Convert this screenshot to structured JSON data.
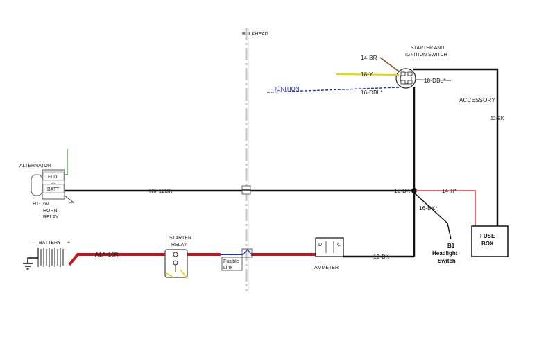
{
  "labels": {
    "bulkhead": "BULKHEAD",
    "starter_switch_1": "STARTER AND",
    "starter_switch_2": "IGNITION SWITCH",
    "wire_14br": "14-BR",
    "wire_18y": "18-Y",
    "wire_16dbl": "16-DBL*",
    "wire_18dbl": "18-DBL*",
    "ignition": "IGNITION",
    "accessory": "ACCESSORY",
    "wire_12bk_acc": "12-BK",
    "alternator": "ALTERNATOR",
    "fld": "FLD",
    "batt": "BATT",
    "wire_r612bk": "R6-12BK",
    "wire_12bk_junction": "12-BK",
    "wire_14r": "14-R*",
    "wire_16bk": "16-BK*",
    "h1_16v": "H1-16V",
    "horn_1": "HORN",
    "horn_2": "RELAY",
    "fuse_1": "FUSE",
    "fuse_2": "BOX",
    "b1": "B1",
    "headlight": "Headlight",
    "switch": "Switch",
    "battery": "BATTERY",
    "battery_minus": "–",
    "battery_plus": "+",
    "wire_a1a10r": "A1A-10R",
    "starter_relay_1": "STARTER",
    "starter_relay_2": "RELAY",
    "fusible_1": "Fusible",
    "fusible_2": "Link",
    "ammeter": "AMMETER",
    "ammeter_d": "D",
    "ammeter_c": "C",
    "wire_12bk_amm": "12-BK"
  },
  "colors": {
    "wire_black": "#111111",
    "wire_red": "#c0161d",
    "wire_pink": "#ee6a6a",
    "wire_yellow": "#e8d000",
    "wire_blue": "#2233aa",
    "wire_brown": "#7a4a1c",
    "wire_green": "#2a9a2a",
    "bulkhead": "#b8b8b8"
  }
}
